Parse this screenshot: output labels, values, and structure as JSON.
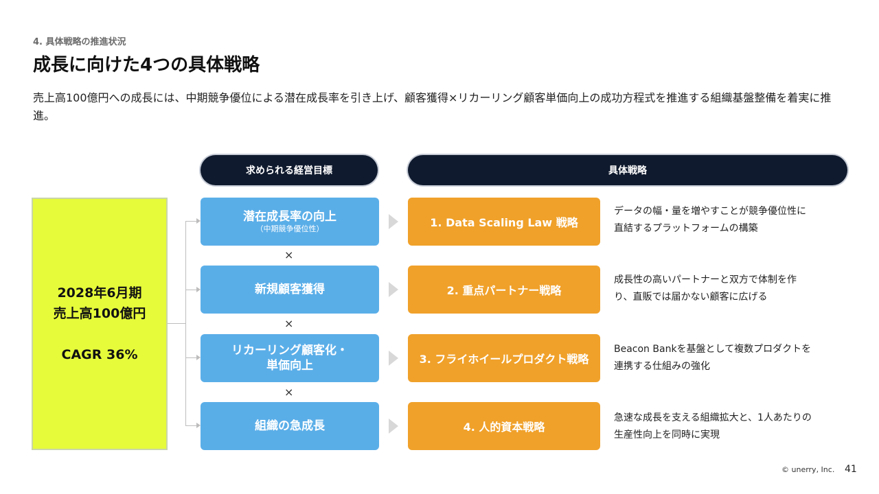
{
  "section_label": "4. 具体戦略の推進状況",
  "title": "成長に向けた4つの具体戦略",
  "lead": "売上高100億円への成長には、中期競争優位による潜在成長率を引き上げ、顧客獲得×リカーリング顧客単価向上の成功方程式を推進する組織基盤整備を着実に推進。",
  "headers": {
    "goals": "求められる経営目標",
    "strategies": "具体戦略"
  },
  "goal": {
    "line1": "2028年6月期",
    "line2": "売上高100億円",
    "line3": "CAGR 36%"
  },
  "times_symbol": "×",
  "rows": [
    {
      "goal": "潜在成長率の向上",
      "goal_sub": "（中期競争優位性）",
      "strategy": "1. Data Scaling Law 戦略",
      "desc_line1": "データの幅・量を増やすことが競争優位性に",
      "desc_line2": "直結するプラットフォームの構築"
    },
    {
      "goal": "新規顧客獲得",
      "goal_sub": "",
      "strategy": "2. 重点パートナー戦略",
      "desc_line1": "成長性の高いパートナーと双方で体制を作",
      "desc_line2": "り、直販では届かない顧客に広げる"
    },
    {
      "goal": "リカーリング顧客化・",
      "goal_sub": "単価向上",
      "strategy": "3. フライホイールプロダクト戦略",
      "desc_line1": "Beacon Bankを基盤として複数プロダクトを",
      "desc_line2": "連携する仕組みの強化"
    },
    {
      "goal": "組織の急成長",
      "goal_sub": "",
      "strategy": "4. 人的資本戦略",
      "desc_line1": "急速な成長を支える組織拡大と、1人あたりの",
      "desc_line2": "生産性向上を同時に実現"
    }
  ],
  "footer": {
    "copyright": "© unerry, Inc.",
    "page": "41"
  }
}
